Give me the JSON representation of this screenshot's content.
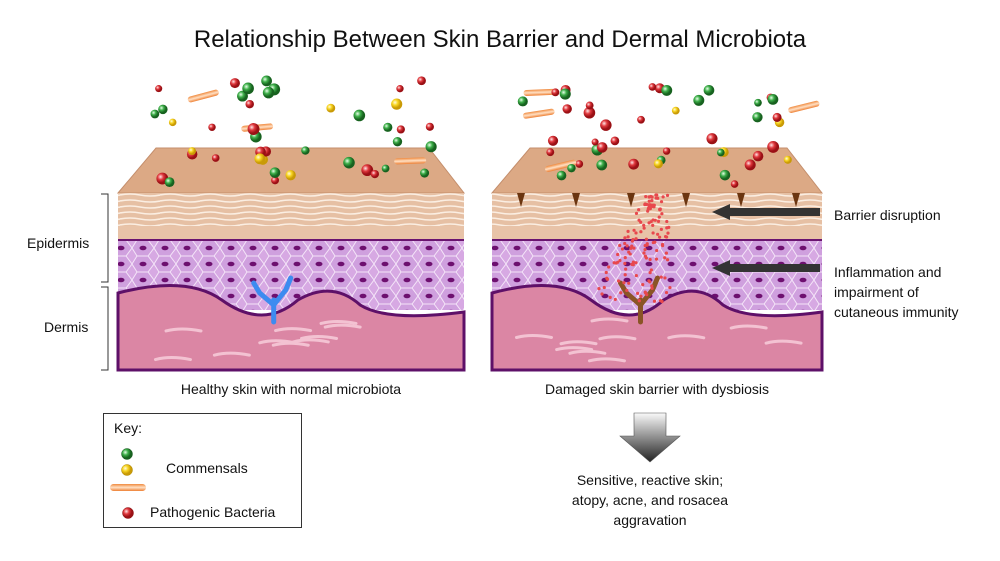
{
  "title": "Relationship Between Skin Barrier and Dermal Microbiota",
  "layers": {
    "epidermis": "Epidermis",
    "dermis": "Dermis"
  },
  "panels": [
    {
      "caption": "Healthy skin with normal microbiota"
    },
    {
      "caption": "Damaged skin barrier with dysbiosis"
    }
  ],
  "annotations": {
    "barrier": "Barrier disruption",
    "inflammation": [
      "Inflammation and",
      "impairment of",
      "cutaneous immunity"
    ]
  },
  "outcome": [
    "Sensitive, reactive skin;",
    "atopy, acne, and rosacea",
    "aggravation"
  ],
  "key": {
    "title": "Key:",
    "commensals": "Commensals",
    "pathogenic": "Pathogenic Bacteria"
  },
  "colors": {
    "commensal_green": "#2e9a3a",
    "commensal_yellow": "#f5d21c",
    "commensal_rod": "#f4a262",
    "pathogen_red": "#d8242b",
    "epidermis_purple": "#c99ad8",
    "dermis_pink": "#db85a3",
    "stratum_tan": "#d9a98a"
  }
}
